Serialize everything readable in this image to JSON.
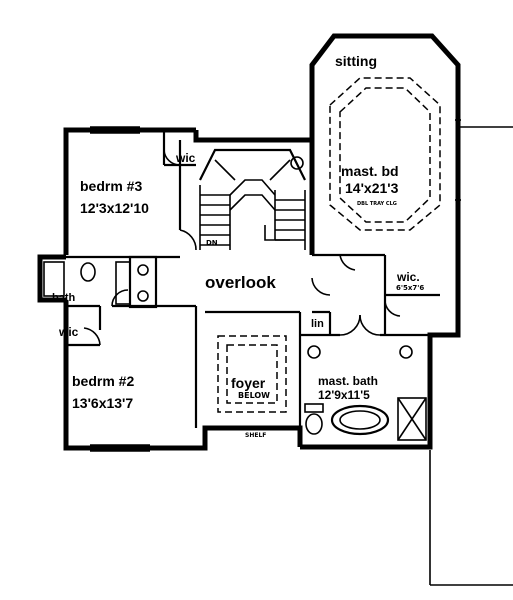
{
  "rooms": {
    "sitting": "sitting",
    "master_bed": "mast. bd",
    "master_bed_dims": "14'x21'3",
    "master_bed_note": "DBL TRAY CLG",
    "bed3": "bedrm #3",
    "bed3_dims": "12'3x12'10",
    "bed2": "bedrm #2",
    "bed2_dims": "13'6x13'7",
    "overlook": "overlook",
    "foyer": "foyer",
    "foyer_note": "BELOW",
    "master_bath": "mast. bath",
    "master_bath_dims": "12'9x11'5",
    "wic_master": "wic.",
    "wic_master_dims": "6'5x7'6",
    "wic_bed3": "wic",
    "wic_bed2": "wic",
    "bath": "bath",
    "linen": "lin",
    "stair_down": "DN",
    "shelf": "SHELF"
  }
}
